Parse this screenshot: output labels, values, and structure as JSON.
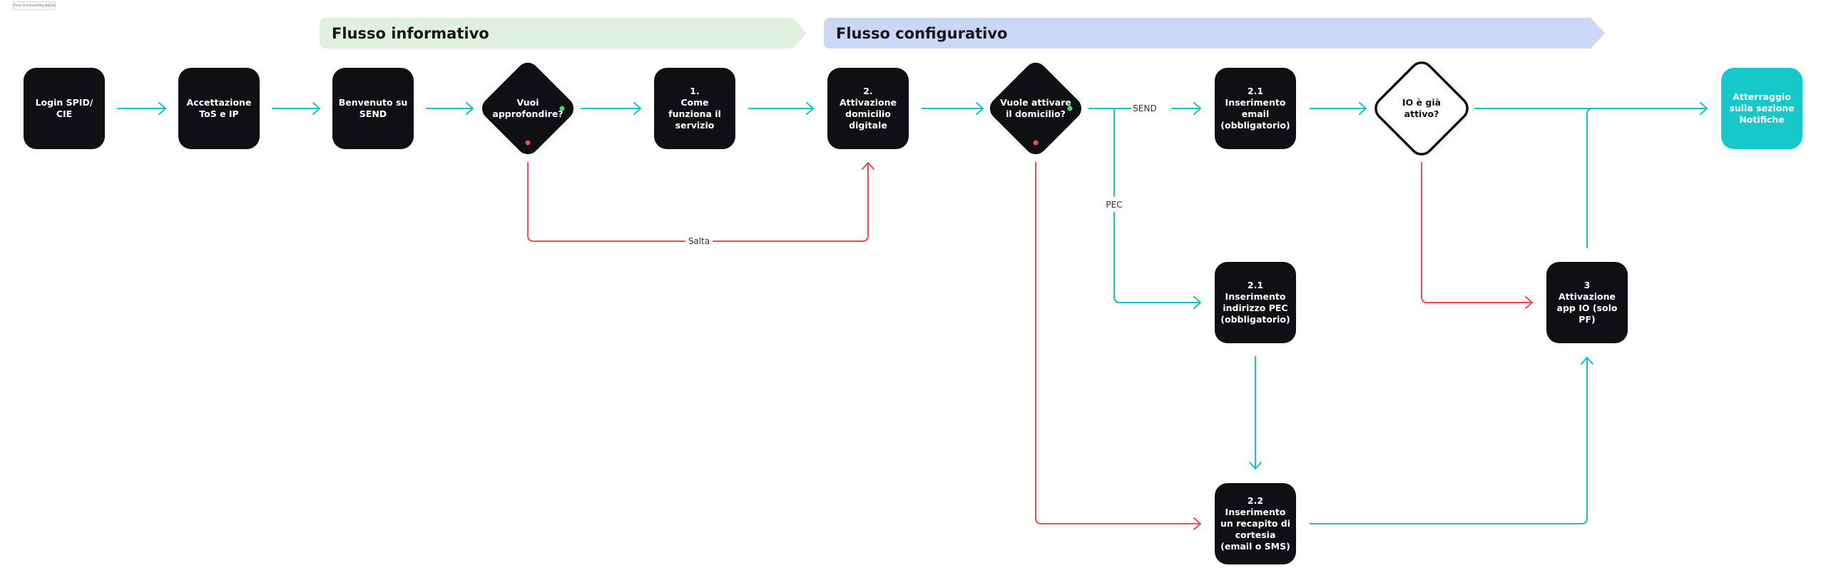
{
  "corner_tag": "Flow di onboarding digitale",
  "banners": {
    "info": "Flusso informativo",
    "config": "Flusso configurativo"
  },
  "colors": {
    "node_dark": "#0f1013",
    "node_accent": "#17c8cb",
    "edge_main": "#19c0c8",
    "edge_skip": "#ef4b55",
    "dot_yes": "#4cd964",
    "dot_no": "#ef4b55"
  },
  "nodes": [
    {
      "id": "login",
      "shape": "rect",
      "lines": [
        "Login SPID/",
        "CIE"
      ]
    },
    {
      "id": "tos",
      "shape": "rect",
      "lines": [
        "Accettazione",
        "ToS e IP"
      ]
    },
    {
      "id": "welcome",
      "shape": "rect",
      "lines": [
        "Benvenuto su",
        "SEND"
      ]
    },
    {
      "id": "deepen",
      "shape": "diamond",
      "lines": [
        "Vuoi",
        "approfondire?"
      ]
    },
    {
      "id": "how",
      "shape": "rect",
      "lines": [
        "1.",
        "Come",
        "funziona il",
        "servizio"
      ]
    },
    {
      "id": "activate",
      "shape": "rect",
      "lines": [
        "2.",
        "Attivazione",
        "domicilio",
        "digitale"
      ]
    },
    {
      "id": "want",
      "shape": "diamond",
      "lines": [
        "Vuole attivare",
        "il domicilio?"
      ]
    },
    {
      "id": "email",
      "shape": "rect",
      "lines": [
        "2.1",
        "Inserimento",
        "email",
        "(obbligatorio)"
      ]
    },
    {
      "id": "io_active",
      "shape": "diamond-outline",
      "lines": [
        "IO è già",
        "attivo?"
      ]
    },
    {
      "id": "landing",
      "shape": "rect-accent",
      "lines": [
        "Atterraggio",
        "sulla sezione",
        "Notifiche"
      ]
    },
    {
      "id": "pec",
      "shape": "rect",
      "lines": [
        "2.1",
        "Inserimento",
        "indirizzo PEC",
        "(obbligatorio)"
      ]
    },
    {
      "id": "app_io",
      "shape": "rect",
      "lines": [
        "3",
        "Attivazione",
        "app IO (solo",
        "PF)"
      ]
    },
    {
      "id": "courtesy",
      "shape": "rect",
      "lines": [
        "2.2",
        "Inserimento",
        "un recapito di",
        "cortesia",
        "(email o SMS)"
      ]
    }
  ],
  "edge_labels": {
    "skip": "Salta",
    "send": "SEND",
    "pec": "PEC"
  }
}
